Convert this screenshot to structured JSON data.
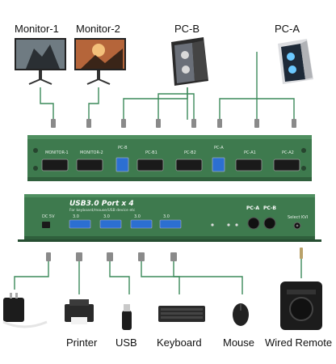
{
  "top_devices": {
    "monitor1": "Monitor-1",
    "monitor2": "Monitor-2",
    "pcb": "PC-B",
    "pca": "PC-A"
  },
  "back_panel": {
    "ports": [
      "MONITOR-1",
      "MONITOR-2",
      "PC-B",
      "PC-B1",
      "PC-B2",
      "PC-A",
      "PC-A1",
      "PC-A2"
    ]
  },
  "front_panel": {
    "title": "USB3.0 Port x 4",
    "subtitle": "For keyboard/mouse/USB device etc",
    "dc_label": "DC 5V",
    "usb_labels": [
      "3.0",
      "3.0",
      "3.0",
      "3.0"
    ],
    "pc_a": "PC-A",
    "pc_b": "PC-B",
    "select": "Select KVI"
  },
  "bottom_devices": {
    "printer": "Printer",
    "usb": "USB",
    "keyboard": "Keyboard",
    "mouse": "Mouse",
    "remote": "Wired Remote"
  },
  "colors": {
    "panel": "#3e7a4e",
    "line": "#3c8a5a",
    "port_blue": "#2c6fd1"
  }
}
